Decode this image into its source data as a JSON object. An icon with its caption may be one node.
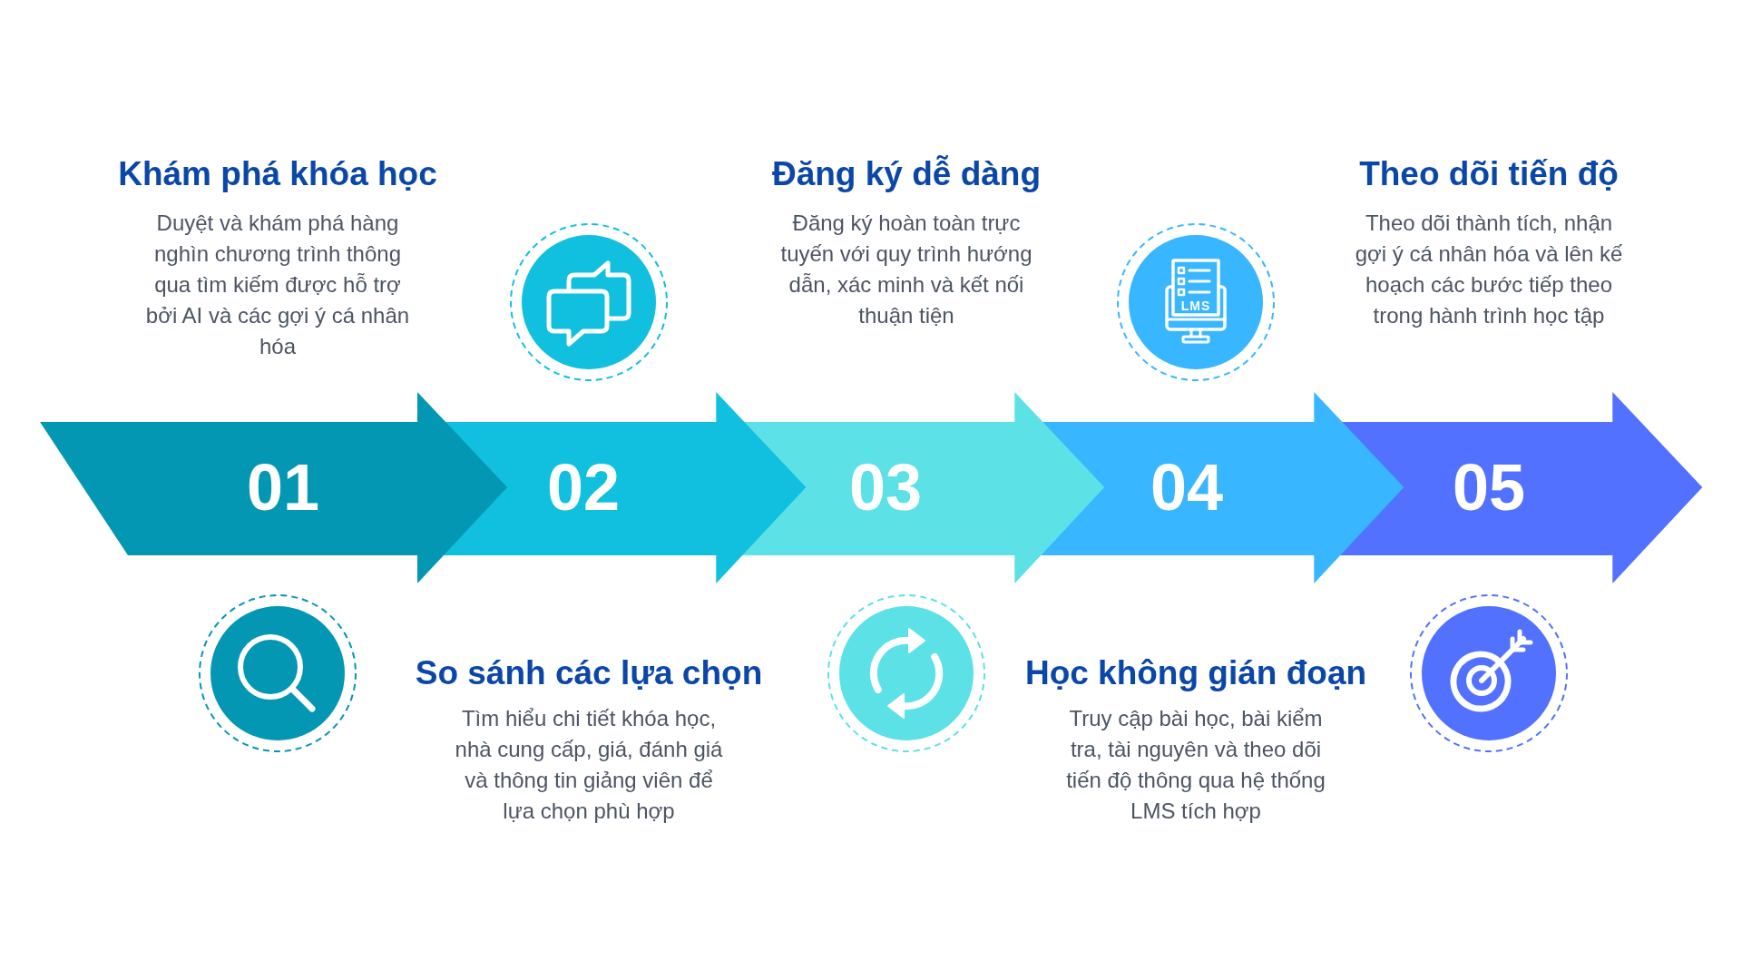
{
  "diagram": {
    "nodes": [
      {
        "text": [
          "01"
        ],
        "beside": [
          "Khám phá khóa học",
          "Duyệt và khám phá hàng nghìn chương trình thông qua tìm kiếm được hỗ trợ bởi AI và các gợi ý cá nhân hóa"
        ]
      },
      {
        "text": [
          "02"
        ],
        "beside": [
          "So sánh các lựa chọn",
          "Tìm hiểu chi tiết khóa học, nhà cung cấp, giá, đánh giá và thông tin giảng viên để lựa chọn phù hợp"
        ]
      },
      {
        "text": [
          "03"
        ],
        "beside": [
          "Đăng ký dễ dàng",
          "Đăng ký hoàn toàn trực tuyến với quy trình hướng dẫn, xác minh và kết nối thuận tiện"
        ]
      },
      {
        "text": [
          "04"
        ],
        "beside": [
          "Học không gián đoạn",
          "Truy cập bài học, bài kiểm tra, tài nguyên và theo dõi tiến độ thông qua hệ thống LMS tích hợp"
        ]
      },
      {
        "text": [
          "05"
        ],
        "beside": [
          "Theo dõi tiến độ",
          "Theo dõi thành tích, nhận gợi ý cá nhân hóa và lên kế hoạch các bước tiếp theo trong hành trình học tập"
        ]
      }
    ],
    "labels": [
      "LMS"
    ]
  }
}
